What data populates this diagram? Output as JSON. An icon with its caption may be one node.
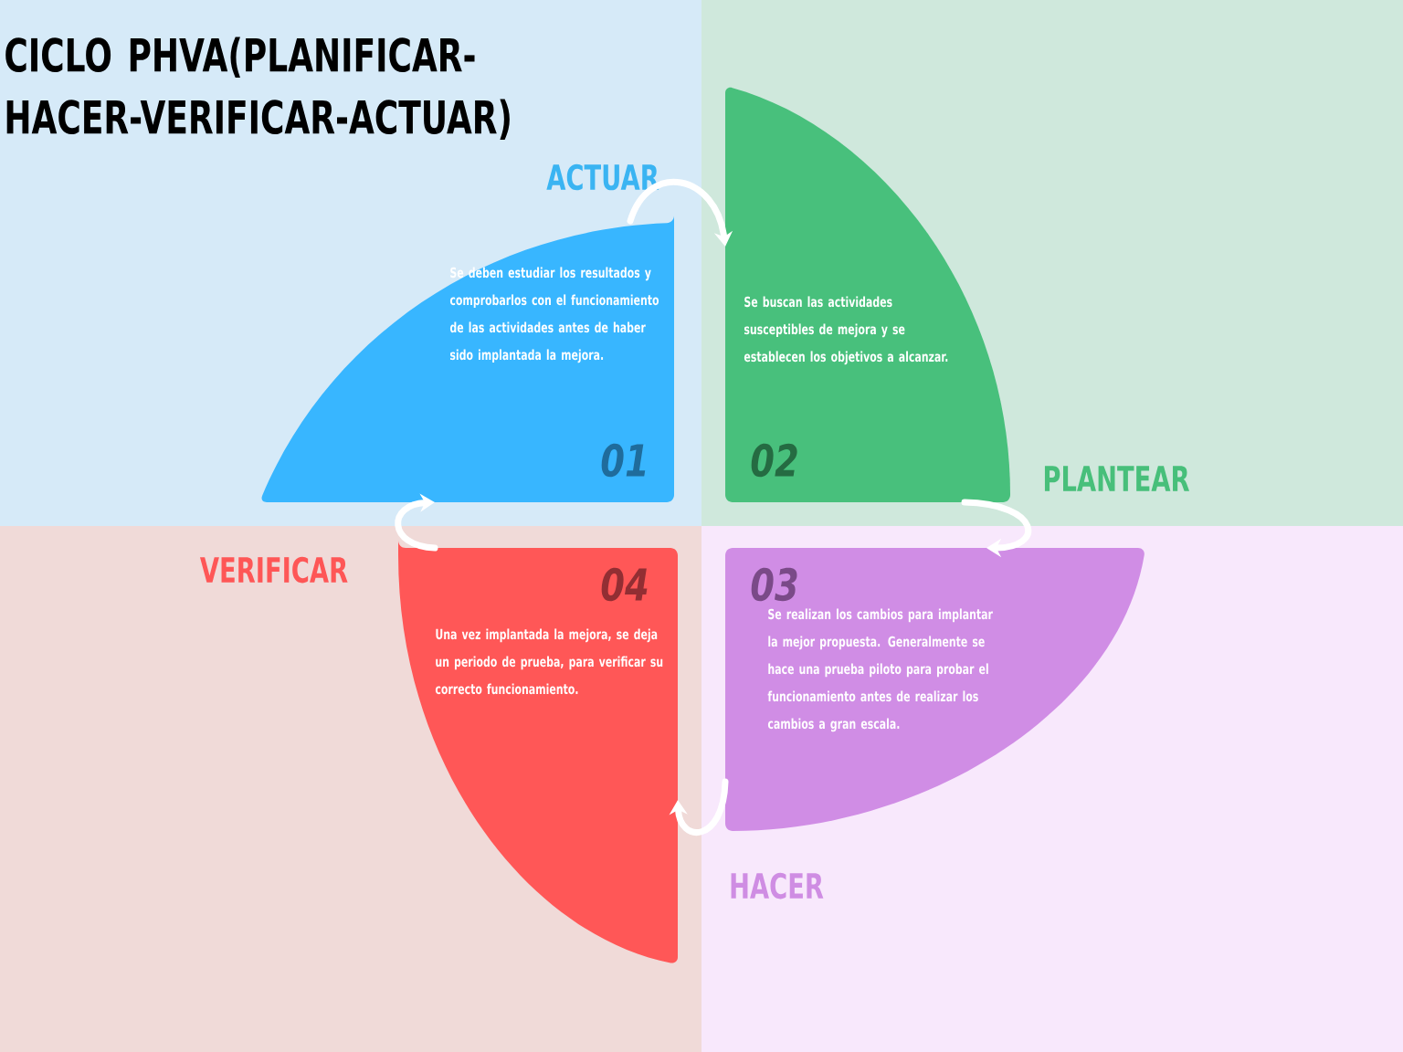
{
  "diagram": {
    "title": "CICLO PHVA(PLANIFICAR-HACER-VERIFICAR-ACTUAR)",
    "nodes": [
      {
        "text": [
          "ACTUAR",
          "Se deben estudiar los resultados y comprobarlos con el funcionamiento de las actividades antes de haber sido implantada la mejora.",
          "01"
        ]
      },
      {
        "text": [
          "Se buscan las actividades susceptibles de mejora y se establecen los objetivos a alcanzar.",
          "02",
          "PLANTEAR"
        ]
      },
      {
        "text": [
          "03",
          "Se realizan los cambios para implantar la mejor propuesta. Generalmente se hace una prueba piloto para probar el funcionamiento antes de realizar los cambios a gran escala.",
          "HACER"
        ]
      },
      {
        "text": [
          "VERIFICAR",
          "04",
          "Una vez implantada la mejora, se deja un periodo de prueba, para verificar su correcto funcionamiento."
        ]
      }
    ],
    "edges": [
      {
        "from": 0,
        "to": 1,
        "arrow": "to"
      },
      {
        "from": 1,
        "to": 2,
        "arrow": "to"
      },
      {
        "from": 2,
        "to": 3,
        "arrow": "to"
      },
      {
        "from": 3,
        "to": 0,
        "arrow": "to"
      }
    ]
  }
}
